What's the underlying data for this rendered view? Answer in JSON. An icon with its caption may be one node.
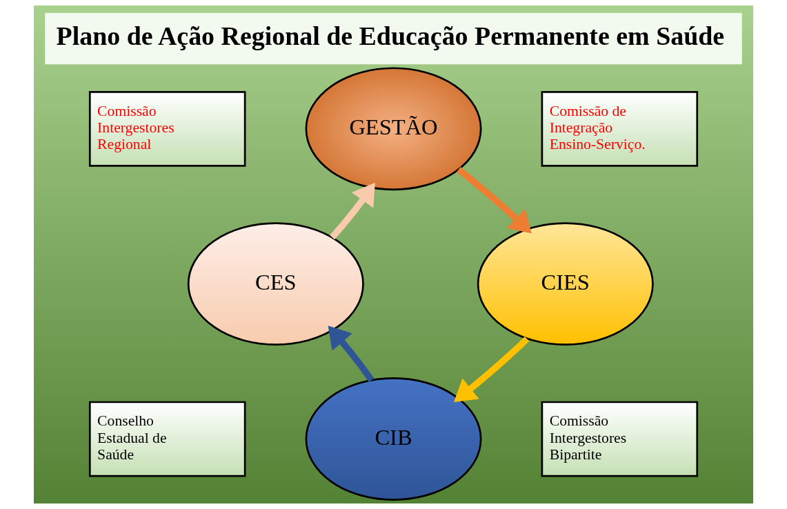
{
  "diagram": {
    "title": "Plano de Ação Regional de Educação Permanente em Saúde",
    "nodes": [
      {
        "text": [
          "Comissão Intergestores Regional"
        ]
      },
      {
        "text": [
          "GESTÃO"
        ]
      },
      {
        "text": [
          "Comissão de Integração Ensino-Serviço."
        ]
      },
      {
        "text": [
          "CES"
        ]
      },
      {
        "text": [
          "CIES"
        ]
      },
      {
        "text": [
          "CIB"
        ]
      },
      {
        "text": [
          "Conselho Estadual de Saúde"
        ]
      },
      {
        "text": [
          "Comissão Intergestores Bipartite"
        ]
      }
    ],
    "edges": [
      {
        "from": 3,
        "to": 1,
        "arrow": "to",
        "color": "#f8cbad"
      },
      {
        "from": 1,
        "to": 4,
        "arrow": "to",
        "color": "#ed7d31"
      },
      {
        "from": 4,
        "to": 5,
        "arrow": "to",
        "color": "#ffc000"
      },
      {
        "from": 5,
        "to": 3,
        "arrow": "to",
        "color": "#2f5597"
      }
    ]
  }
}
